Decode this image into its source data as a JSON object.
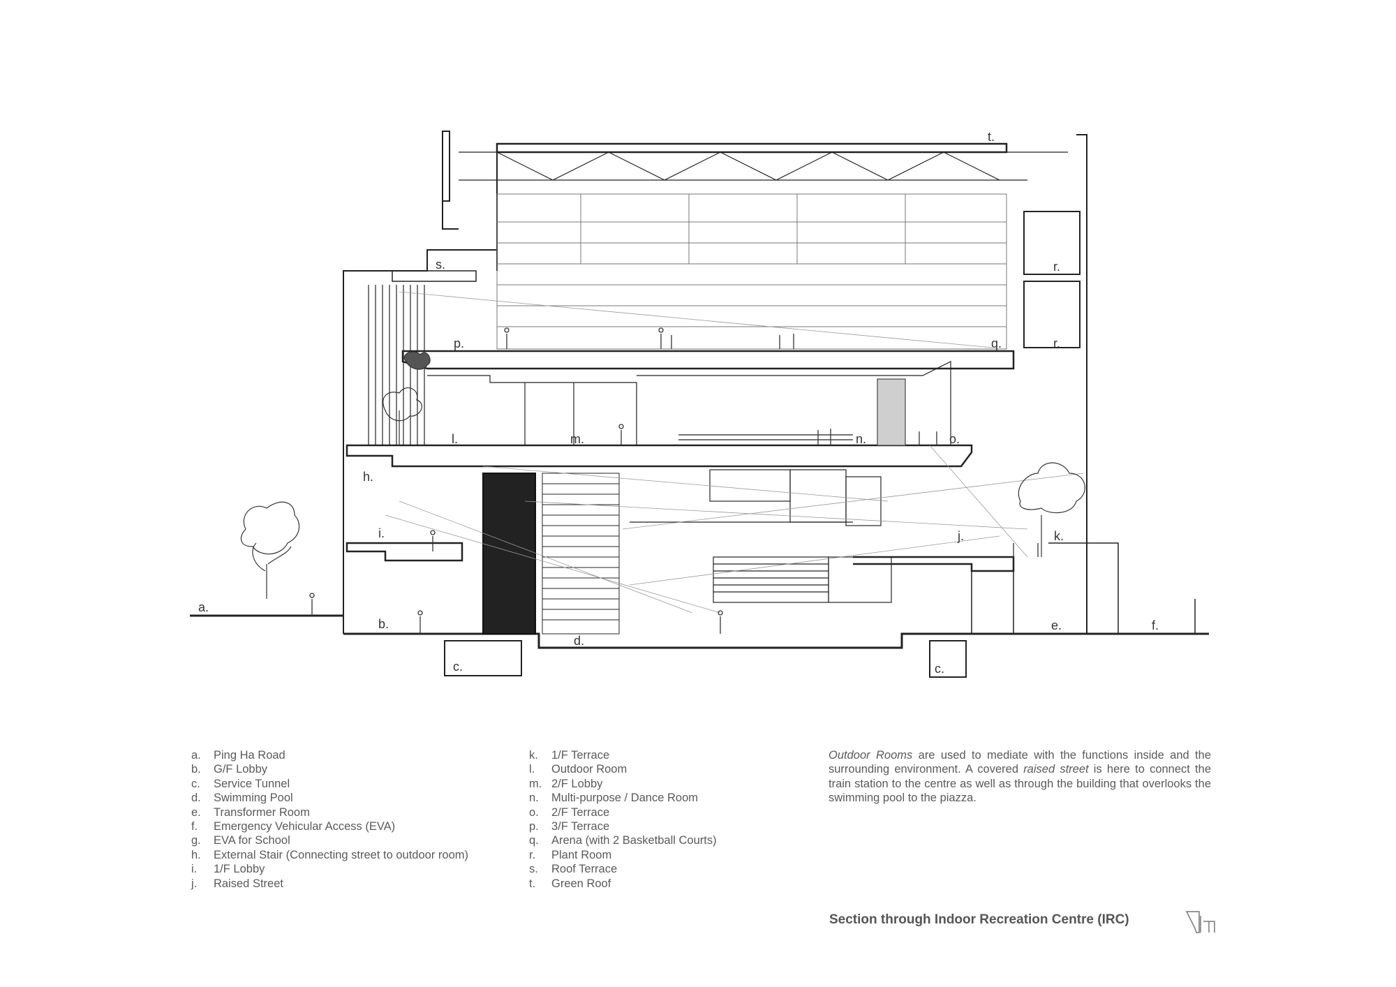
{
  "diagram": {
    "labels": {
      "a": "a.",
      "b": "b.",
      "c": "c.",
      "d": "d.",
      "e": "e.",
      "f": "f.",
      "h": "h.",
      "i": "i.",
      "j": "j.",
      "k": "k.",
      "l": "l.",
      "m": "m.",
      "n": "n.",
      "o": "o.",
      "p": "p.",
      "q": "q.",
      "r": "r.",
      "s": "s.",
      "t": "t."
    }
  },
  "legend_left": [
    {
      "key": "a.",
      "text": "Ping Ha Road"
    },
    {
      "key": "b.",
      "text": "G/F Lobby"
    },
    {
      "key": "c.",
      "text": "Service Tunnel"
    },
    {
      "key": "d.",
      "text": "Swimming Pool"
    },
    {
      "key": "e.",
      "text": "Transformer Room"
    },
    {
      "key": "f.",
      "text": "Emergency Vehicular Access (EVA)"
    },
    {
      "key": "g.",
      "text": "EVA for School"
    },
    {
      "key": "h.",
      "text": "External Stair (Connecting street to outdoor room)"
    },
    {
      "key": "i.",
      "text": "1/F Lobby"
    },
    {
      "key": "j.",
      "text": "Raised Street"
    }
  ],
  "legend_right": [
    {
      "key": "k.",
      "text": "1/F Terrace"
    },
    {
      "key": "l.",
      "text": "Outdoor Room"
    },
    {
      "key": "m.",
      "text": "2/F Lobby"
    },
    {
      "key": "n.",
      "text": "Multi-purpose / Dance Room"
    },
    {
      "key": "o.",
      "text": "2/F Terrace"
    },
    {
      "key": "p.",
      "text": "3/F Terrace"
    },
    {
      "key": "q.",
      "text": "Arena (with 2 Basketball Courts)"
    },
    {
      "key": "r.",
      "text": "Plant Room"
    },
    {
      "key": "s.",
      "text": "Roof Terrace"
    },
    {
      "key": "t.",
      "text": "Green Roof"
    }
  ],
  "note": {
    "em1": "Outdoor Rooms",
    "part1": " are used to mediate with the functions inside and the surrounding environment. A covered ",
    "em2": "raised street",
    "part2": " is here to connect the train station to the centre as well as through the building that overlooks the swimming pool to the piazza."
  },
  "caption": "Section through Indoor Recreation Centre (IRC)"
}
